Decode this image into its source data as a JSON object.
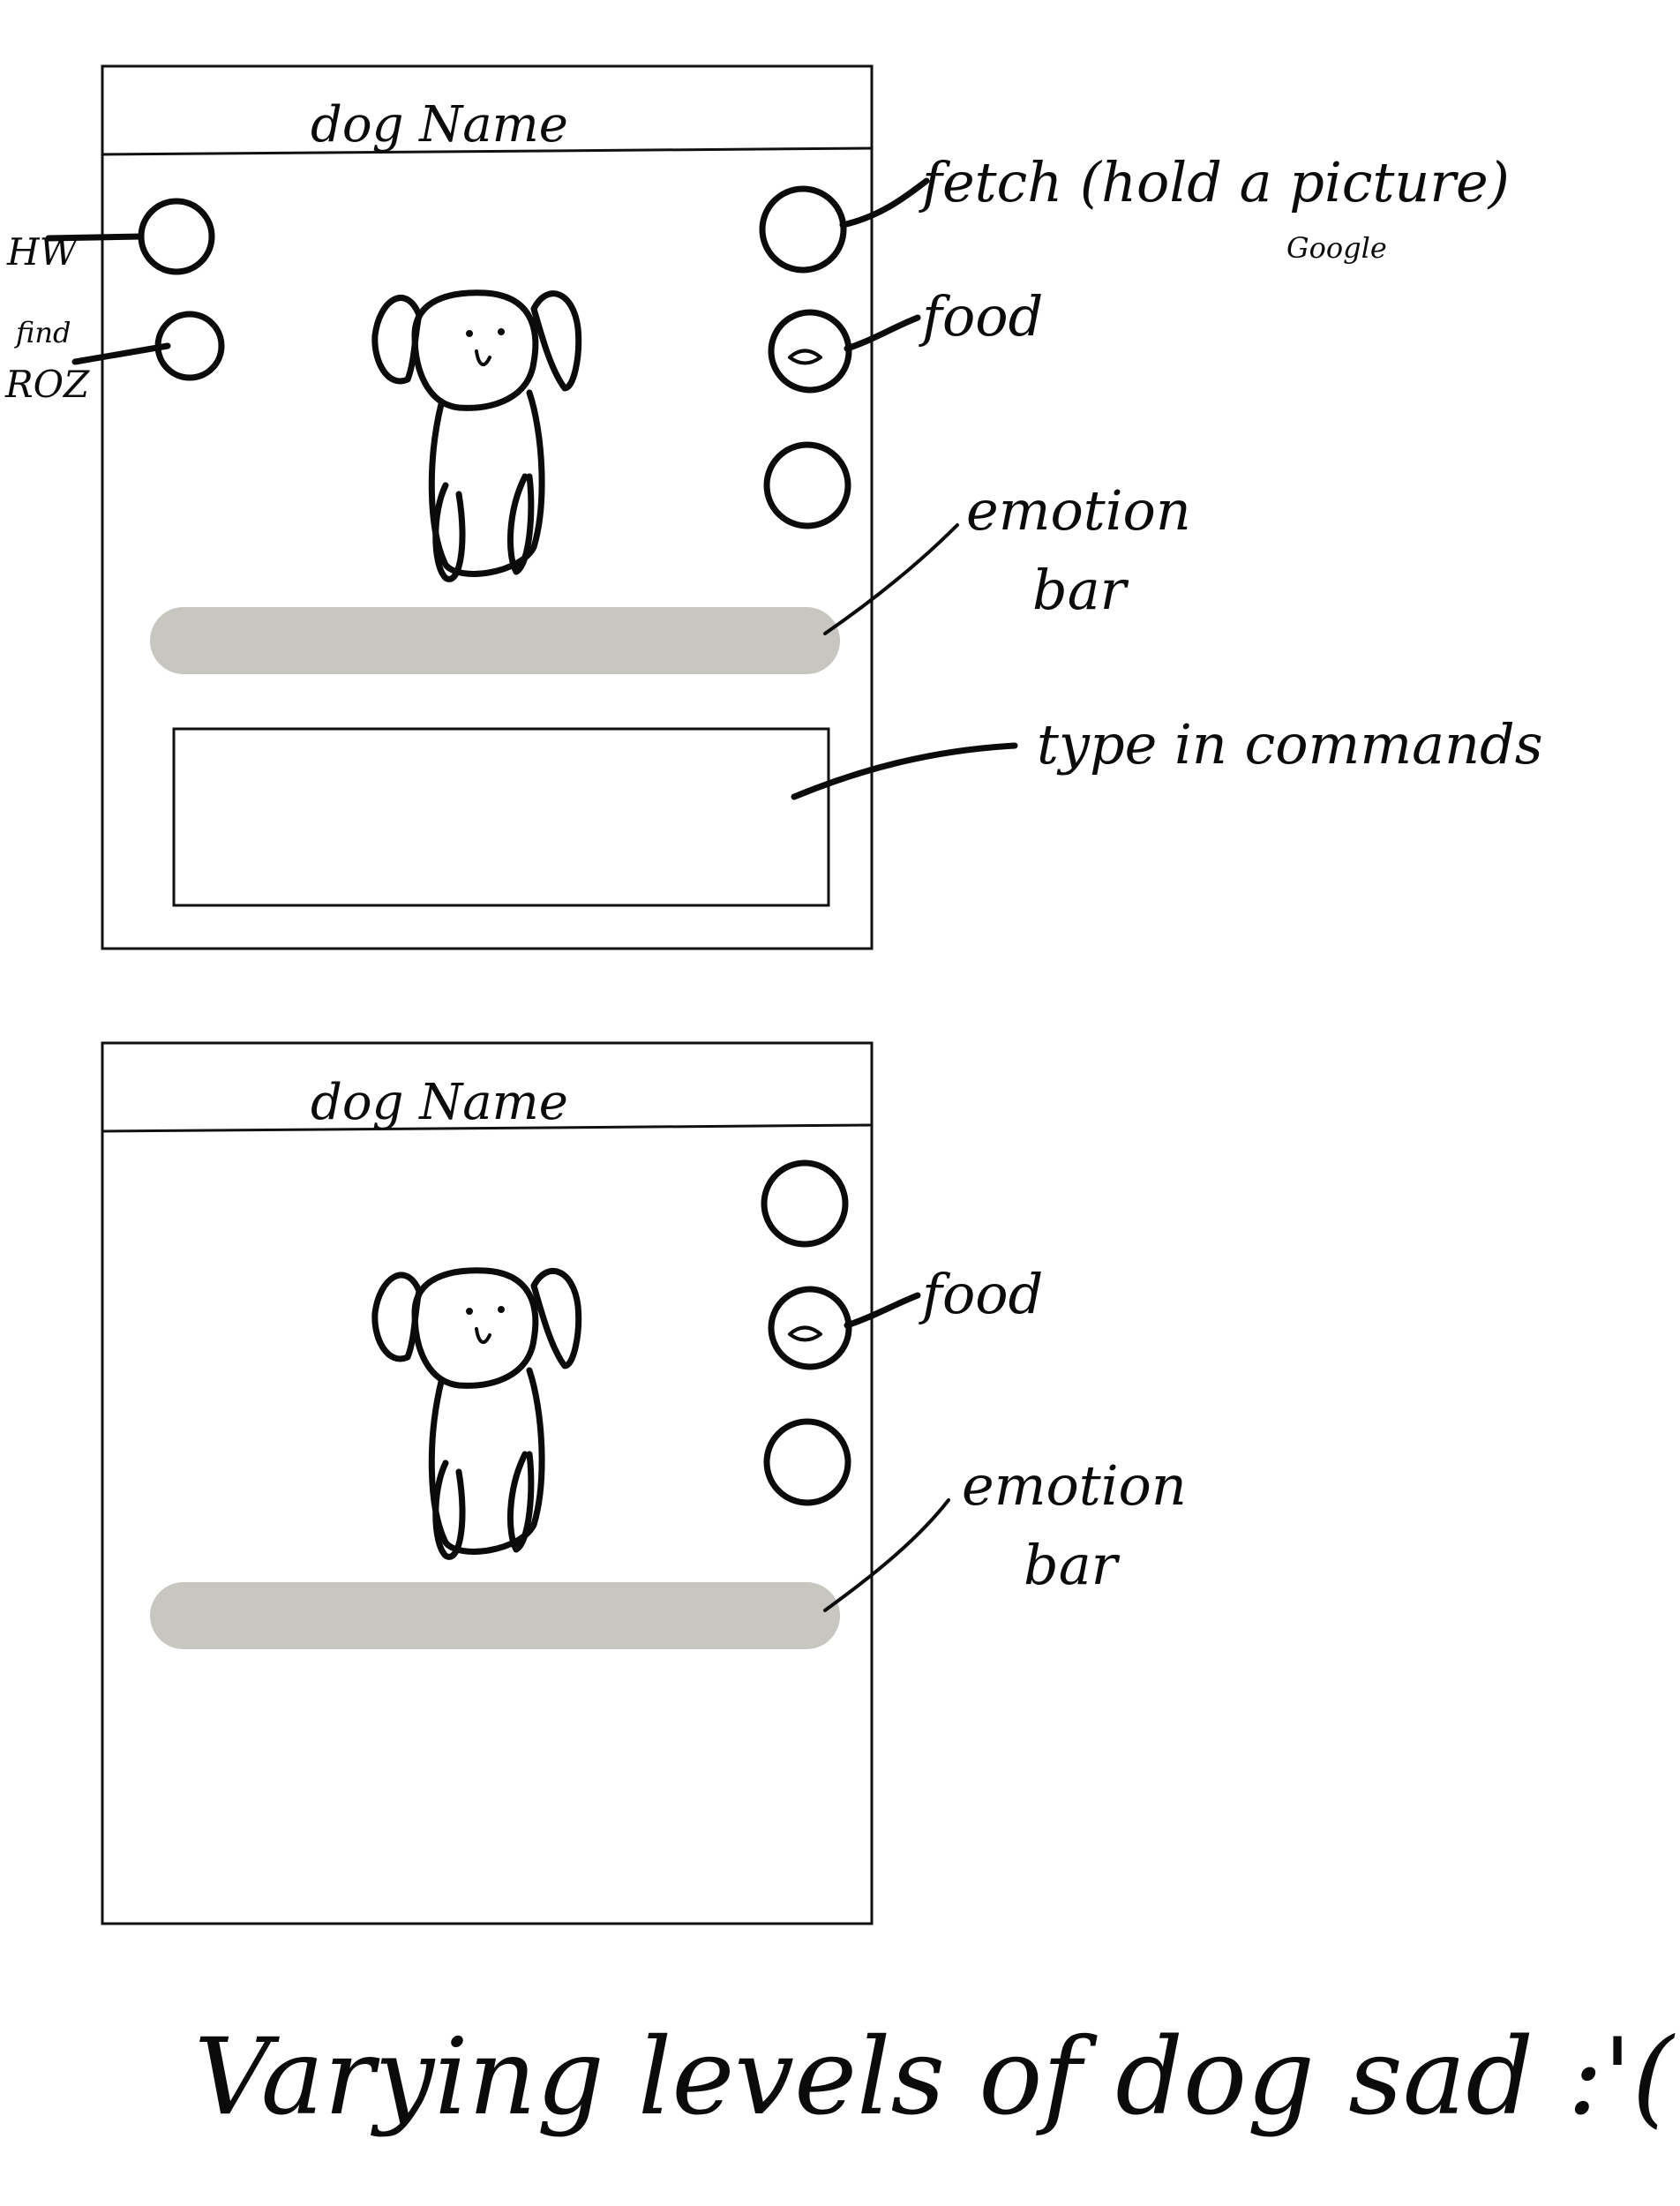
{
  "screens": [
    {
      "title": "dog Name",
      "left_notes": [
        "HW",
        "find",
        "ROZ"
      ],
      "right_notes": [
        "fetch (hold a picture)",
        "Google",
        "food"
      ],
      "bar_note": [
        "emotion",
        "bar"
      ],
      "command_note": "type in commands"
    },
    {
      "title": "dog Name",
      "right_notes": [
        "food"
      ],
      "bar_note": [
        "emotion",
        "bar"
      ]
    }
  ],
  "caption": "Varying levels of dog sad :'(",
  "colors": {
    "ink": "#0b0b0b",
    "bar": "#c8c6c0",
    "paper": "#ffffff"
  }
}
